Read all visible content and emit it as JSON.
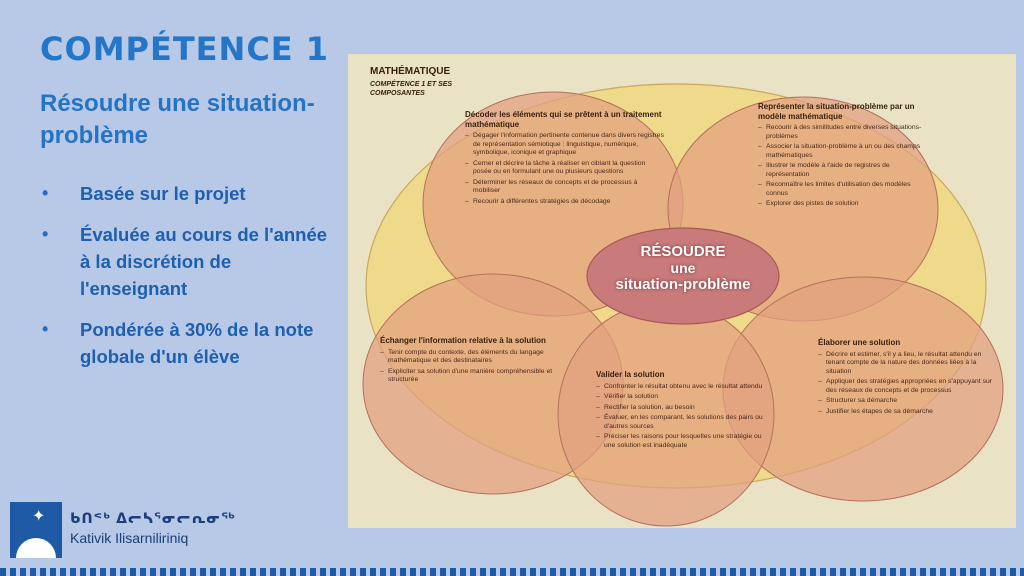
{
  "slide": {
    "title": "COMPÉTENCE 1",
    "subtitle": "Résoudre une situation-problème",
    "bullets": [
      "Basée sur le projet",
      "Évaluée au cours de l'année à la discrétion de l'enseignant",
      "Pondérée à 30% de la note globale d'un élève"
    ],
    "bullet_symbol": "•"
  },
  "logo": {
    "syllabics": "ᑲᑎᕝᒃ ᐃᓕᓴᕐᓂᓕᕆᓂᖅ",
    "name": "Kativik Ilisarniliriniq"
  },
  "diagram": {
    "tag_title": "MATHÉMATIQUE",
    "tag_sub": "COMPÉTENCE 1 ET SES COMPOSANTES",
    "center": {
      "line1": "RÉSOUDRE",
      "line2": "une",
      "line3": "situation-problème"
    },
    "petals": {
      "decoder": {
        "heading": "Décoder les éléments qui se prêtent à un traitement mathématique",
        "items": [
          "Dégager l'information pertinente contenue dans divers registres de représentation sémiotique : linguistique, numérique, symbolique, iconique et graphique",
          "Cerner et décrire la tâche à réaliser en ciblant la question posée ou en formulant une ou plusieurs questions",
          "Déterminer les réseaux de concepts et de processus à mobiliser",
          "Recourir à différentes stratégies de décodage"
        ]
      },
      "representer": {
        "heading": "Représenter la situation-problème par un modèle mathématique",
        "items": [
          "Recourir à des similitudes entre diverses situations-problèmes",
          "Associer la situation-problème à un ou des champs mathématiques",
          "Illustrer le modèle à l'aide de registres de représentation",
          "Reconnaître les limites d'utilisation des modèles connus",
          "Explorer des pistes de solution"
        ]
      },
      "echanger": {
        "heading": "Échanger l'information relative à la solution",
        "items": [
          "Tenir compte du contexte, des éléments du langage mathématique et des destinataires",
          "Expliciter sa solution d'une manière compréhensible et structurée"
        ]
      },
      "valider": {
        "heading": "Valider la solution",
        "items": [
          "Confronter le résultat obtenu avec le résultat attendu",
          "Vérifier la solution",
          "Rectifier la solution, au besoin",
          "Évaluer, en les comparant, les solutions des pairs ou d'autres sources",
          "Préciser les raisons pour lesquelles une stratégie ou une solution est inadéquate"
        ]
      },
      "elaborer": {
        "heading": "Élaborer une solution",
        "items": [
          "Décrire et estimer, s'il y a lieu, le résultat attendu en tenant compte de la nature des données liées à la situation",
          "Appliquer des stratégies appropriées en s'appuyant sur des réseaux de concepts et de processus",
          "Structurer sa démarche",
          "Justifier les étapes de sa démarche"
        ]
      }
    },
    "item_prefix": "–",
    "colors": {
      "background": "#e9e2c4",
      "outer_ellipse": "#efd98a",
      "petal": "#e2a07f",
      "center": "#c97a7a"
    }
  }
}
